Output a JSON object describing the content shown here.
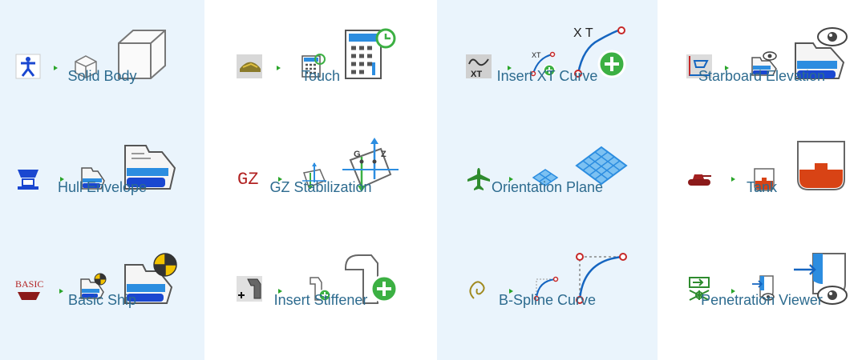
{
  "colors": {
    "accent": "#2d6b8f",
    "panel": "#eaf4fc",
    "green": "#3cb043",
    "blue": "#1565c0",
    "red": "#c62828"
  },
  "columns": [
    {
      "items": [
        {
          "label": "Solid Body",
          "icons": [
            "human-figure-icon",
            "small-cube-icon",
            "large-cube-icon"
          ]
        },
        {
          "label": "Hull Envelope",
          "icons": [
            "hull-icon",
            "hull-envelope-small-icon",
            "hull-envelope-large-icon"
          ]
        },
        {
          "label": "Basic Ship",
          "icons": [
            "basic-text-icon",
            "ship-with-chart-small-icon",
            "ship-with-chart-large-icon"
          ]
        }
      ]
    },
    {
      "items": [
        {
          "label": "Touch",
          "icons": [
            "touch-landscape-icon",
            "calculator-small-icon",
            "calculator-large-icon"
          ]
        },
        {
          "label": "GZ Stabilization",
          "icons": [
            "gz-text-icon",
            "gz-small-icon",
            "gz-large-icon"
          ]
        },
        {
          "label": "Insert Stiffener",
          "icons": [
            "stiffener-cursor-icon",
            "stiffener-add-small-icon",
            "stiffener-add-large-icon"
          ]
        }
      ]
    },
    {
      "items": [
        {
          "label": "Insert XT Curve",
          "icons": [
            "xt-curve-icon",
            "xt-add-small-icon",
            "xt-add-large-icon"
          ]
        },
        {
          "label": "Orientation Plane",
          "icons": [
            "airplane-icon",
            "plane-grid-small-icon",
            "plane-grid-large-icon"
          ]
        },
        {
          "label": "B-Spline Curve",
          "icons": [
            "spline-squiggle-icon",
            "spline-small-icon",
            "spline-large-icon"
          ]
        }
      ]
    },
    {
      "items": [
        {
          "label": "Starboard Elevation",
          "icons": [
            "axes-ship-icon",
            "ship-eye-small-icon",
            "ship-eye-large-icon"
          ]
        },
        {
          "label": "Tank",
          "icons": [
            "tank-vehicle-icon",
            "tank-small-icon",
            "tank-large-icon"
          ]
        },
        {
          "label": "Penetration Viewer",
          "icons": [
            "penetration-green-icon",
            "penetration-small-icon",
            "penetration-large-icon"
          ]
        }
      ]
    }
  ],
  "glyph_text": {
    "xt": "XT",
    "x_t": "X T",
    "gz": "GZ",
    "g": "G",
    "z": "Z",
    "basic": "BASIC"
  }
}
